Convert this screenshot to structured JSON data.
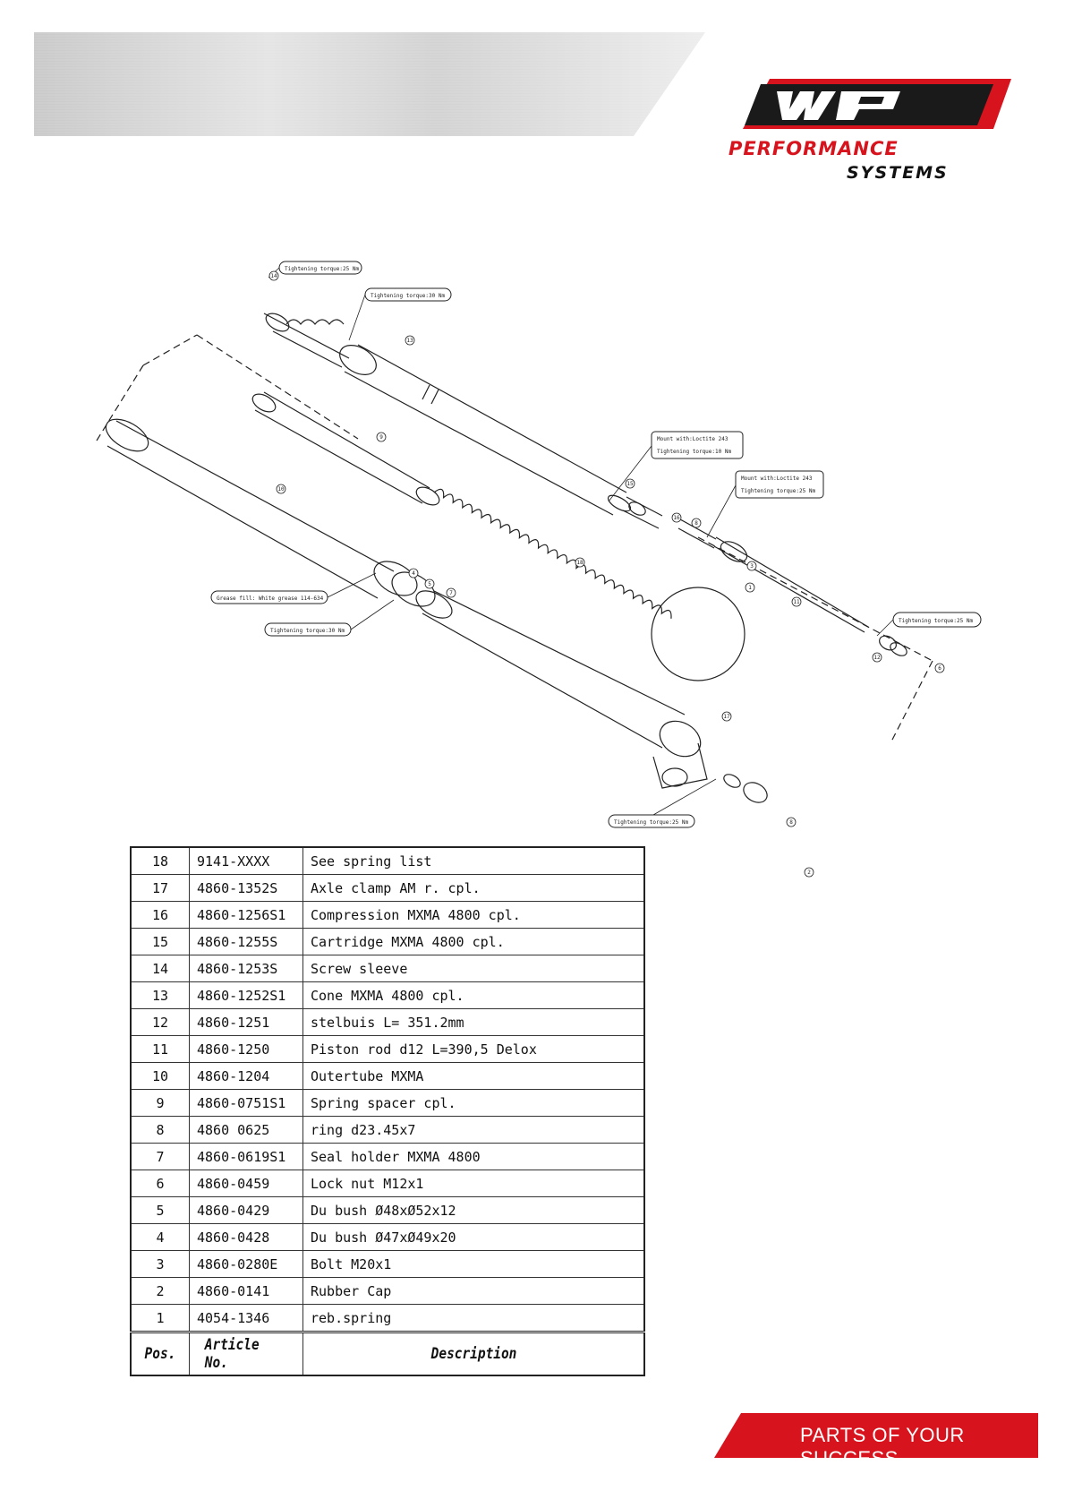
{
  "brand": {
    "line1": "PERFORMANCE",
    "line2": "SYSTEMS",
    "accent_color": "#d7141d"
  },
  "diagram": {
    "callouts": {
      "c_top_cap": "Tightening torque:25 Nm",
      "c_screw": "Tightening torque:30 Nm",
      "c_thread_a": "Mount with:Loctite 243",
      "c_thread_a2": "Tightening torque:10 Nm",
      "c_thread_b": "Mount with:Loctite 243",
      "c_thread_b2": "Tightening torque:25 Nm",
      "c_lock": "Tightening torque:25 Nm",
      "c_grease": "Grease fill: White grease 114-634",
      "c_seal": "Tightening torque:30 Nm",
      "c_axle": "Tightening torque:25 Nm"
    },
    "numbers": {
      "n14": "14",
      "n13": "13",
      "n9": "9",
      "n10": "10",
      "n18": "18",
      "n15": "15",
      "n4": "4",
      "n5": "5",
      "n7": "7",
      "n8a": "8",
      "n16": "16",
      "n3": "3",
      "n11": "11",
      "n12": "12",
      "n6": "6",
      "n17": "17",
      "n8b": "8",
      "n2": "2",
      "n1": "1"
    }
  },
  "parts_table": {
    "rows": [
      {
        "pos": "18",
        "article": "9141-XXXX",
        "desc": "See spring list"
      },
      {
        "pos": "17",
        "article": "4860-1352S",
        "desc": "Axle clamp AM r. cpl."
      },
      {
        "pos": "16",
        "article": "4860-1256S1",
        "desc": "Compression MXMA 4800 cpl."
      },
      {
        "pos": "15",
        "article": "4860-1255S",
        "desc": "Cartridge MXMA 4800 cpl."
      },
      {
        "pos": "14",
        "article": "4860-1253S",
        "desc": "Screw sleeve"
      },
      {
        "pos": "13",
        "article": "4860-1252S1",
        "desc": "Cone MXMA 4800 cpl."
      },
      {
        "pos": "12",
        "article": "4860-1251",
        "desc": "stelbuis L= 351.2mm"
      },
      {
        "pos": "11",
        "article": "4860-1250",
        "desc": "Piston rod d12 L=390,5 Delox"
      },
      {
        "pos": "10",
        "article": "4860-1204",
        "desc": "Outertube MXMA"
      },
      {
        "pos": "9",
        "article": "4860-0751S1",
        "desc": "Spring spacer cpl."
      },
      {
        "pos": "8",
        "article": "4860 0625",
        "desc": "ring d23.45x7"
      },
      {
        "pos": "7",
        "article": "4860-0619S1",
        "desc": "Seal holder MXMA 4800"
      },
      {
        "pos": "6",
        "article": "4860-0459",
        "desc": "Lock nut M12x1"
      },
      {
        "pos": "5",
        "article": "4860-0429",
        "desc": "Du bush Ø48xØ52x12"
      },
      {
        "pos": "4",
        "article": "4860-0428",
        "desc": "Du bush Ø47xØ49x20"
      },
      {
        "pos": "3",
        "article": "4860-0280E",
        "desc": "Bolt M20x1"
      },
      {
        "pos": "2",
        "article": "4860-0141",
        "desc": "Rubber Cap"
      },
      {
        "pos": "1",
        "article": "4054-1346",
        "desc": "reb.spring"
      }
    ],
    "header": {
      "pos": "Pos.",
      "article": "Article No.",
      "desc": "Description"
    }
  },
  "footer": {
    "tagline": "PARTS OF YOUR SUCCESS"
  }
}
